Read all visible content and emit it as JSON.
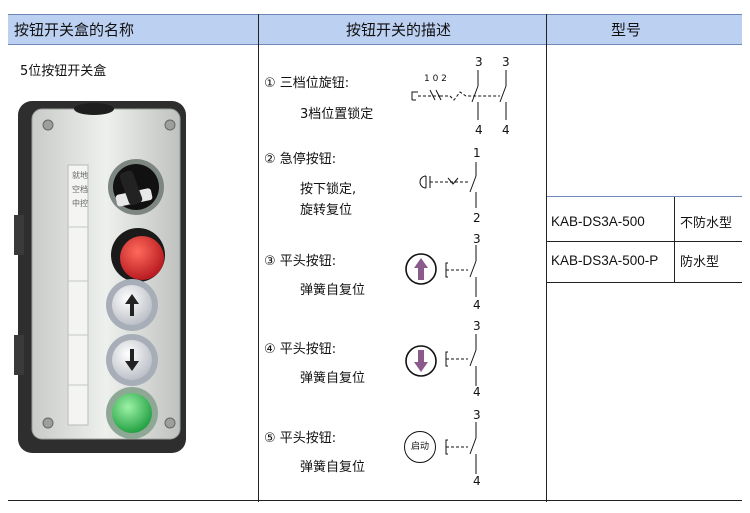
{
  "headers": {
    "col_name": "按钮开关盒的名称",
    "col_desc": "按钮开关的描述",
    "col_model": "型号"
  },
  "product": {
    "name": "5位按钮开关盒",
    "selector_labels": [
      "就地",
      "空档",
      "中控"
    ]
  },
  "descriptions": [
    {
      "title": "① 三档位旋钮:",
      "lines": [
        "3档位置锁定"
      ],
      "contacts_top": [
        "3",
        "3"
      ],
      "contacts_bottom": [
        "4",
        "4"
      ],
      "positions": "1 0 2"
    },
    {
      "title": "② 急停按钮:",
      "lines": [
        "按下锁定,",
        "旋转复位"
      ],
      "contact_top": "1",
      "contact_bottom": "2"
    },
    {
      "title": "③ 平头按钮:",
      "lines": [
        "弹簧自复位"
      ],
      "contact_top": "3",
      "contact_bottom": "4",
      "icon": "arrow-up-icon"
    },
    {
      "title": "④ 平头按钮:",
      "lines": [
        "弹簧自复位"
      ],
      "contact_top": "3",
      "contact_bottom": "4",
      "icon": "arrow-down-icon"
    },
    {
      "title": "⑤ 平头按钮:",
      "lines": [
        "弹簧自复位"
      ],
      "contact_top": "3",
      "contact_bottom": "4",
      "icon_text": "启动"
    }
  ],
  "models": [
    {
      "code": "KAB-DS3A-500",
      "type": "不防水型"
    },
    {
      "code": "KAB-DS3A-500-P",
      "type": "防水型"
    }
  ],
  "colors": {
    "header_bg": "#bcd0f2",
    "emergency_red": "#d8262b",
    "start_green": "#27b04d",
    "arrow_purple": "#8a5a8c"
  }
}
